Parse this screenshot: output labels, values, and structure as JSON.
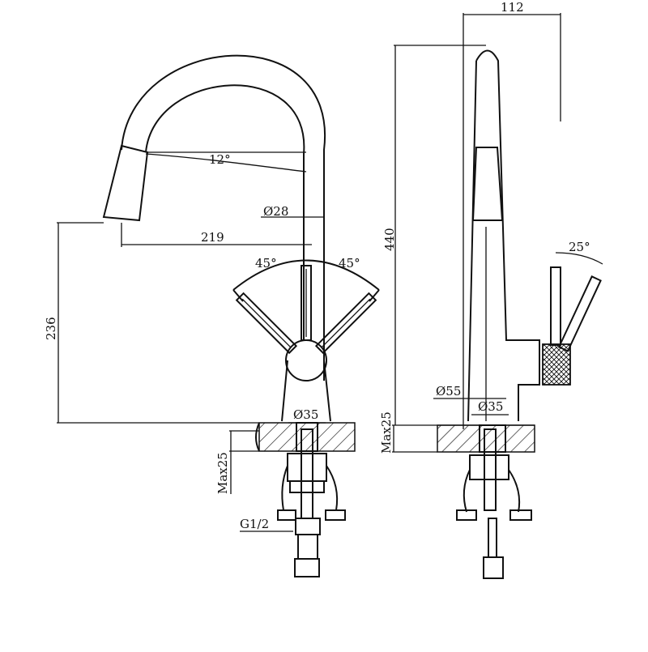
{
  "drawing": {
    "front": {
      "angle_spout": "12°",
      "dia_spout": "Ø28",
      "reach": "219",
      "angle_left": "45°",
      "angle_right": "45°",
      "height": "236",
      "dia_base": "Ø35",
      "max_deck": "Max25",
      "thread": "G1/2"
    },
    "side": {
      "width": "112",
      "height": "440",
      "angle_lever": "25°",
      "dia_body": "Ø55",
      "dia_base": "Ø35",
      "max_deck": "Max25"
    }
  }
}
